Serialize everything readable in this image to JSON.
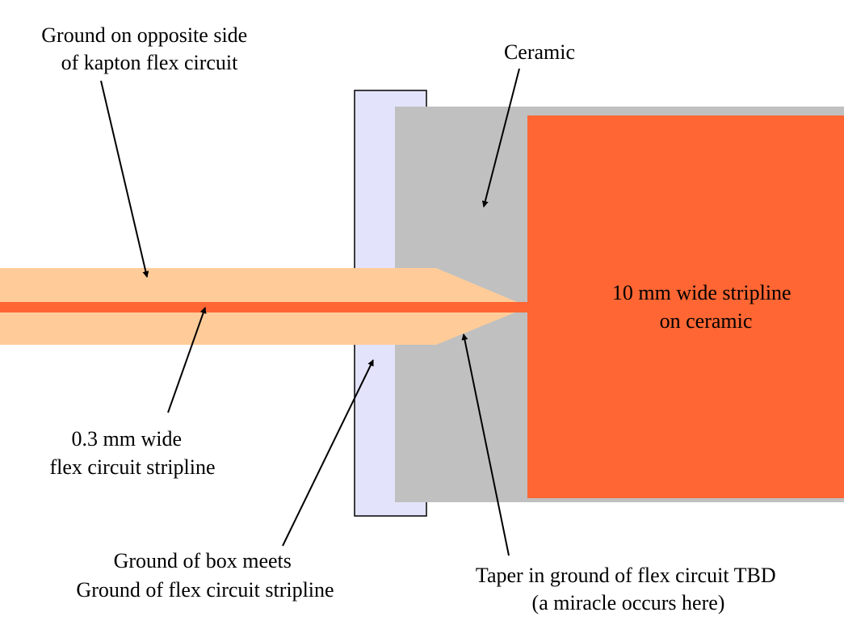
{
  "colors": {
    "ceramic": "#c0c0c0",
    "ceramic_stripline": "#ff6633",
    "flex_circuit": "#ffcc99",
    "flex_stripline": "#ff6633",
    "box_ground": "#e3e3fb",
    "outline": "#000000",
    "arrows": "#000000"
  },
  "labels": {
    "ground_opposite": [
      "Ground on opposite side",
      "of kapton flex circuit"
    ],
    "ceramic": [
      "Ceramic"
    ],
    "ceramic_stripline": [
      "10 mm wide stripline",
      "on ceramic"
    ],
    "flex_stripline": [
      "0.3 mm wide",
      "flex circuit stripline"
    ],
    "box_ground": [
      "Ground of box meets",
      "Ground of flex circuit stripline"
    ],
    "taper": [
      "Taper in ground of flex circuit TBD",
      "(a miracle occurs here)"
    ]
  }
}
